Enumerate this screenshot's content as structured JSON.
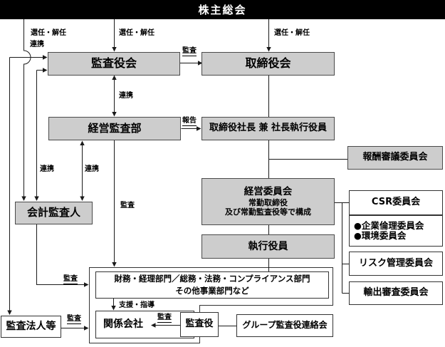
{
  "header": {
    "title": "株主総会"
  },
  "boxes": {
    "audit_board": "監査役会",
    "board_of_directors": "取締役会",
    "management_audit_dept": "経営監査部",
    "president": "取締役社長 兼 社長執行役員",
    "compensation_committee": "報酬審議委員会",
    "management_committee": {
      "title": "経営委員会",
      "line2": "常勤取締役",
      "line3": "及び常勤監査役等で構成"
    },
    "csr_committee": "CSR委員会",
    "ethics_committee": "●企業倫理委員会",
    "environment_committee": "●環境委員会",
    "risk_committee": "リスク管理委員会",
    "export_committee": "輸出審査委員会",
    "accounting_auditor": "会計監査人",
    "executive_officers": "執行役員",
    "departments": {
      "line1": "財務・経理部門／総務・法務・コンプライアンス部門",
      "line2": "その他事業部門など"
    },
    "affiliates": "関係会社",
    "auditor": "監査役",
    "group_auditor_liaison": "グループ監査役連絡会",
    "audit_firms": "監査法人等"
  },
  "edge_labels": {
    "appoint_dismiss_accounting": "選任・解任",
    "appoint_dismiss_audit_board": "選任・解任",
    "appoint_dismiss_directors": "選任・解任",
    "cooperation_audit_firms": "連携",
    "audit_directors": "監査",
    "cooperation_audit_dept": "連携",
    "report": "報告",
    "cooperation_accounting_left": "連携",
    "cooperation_accounting_right": "連携",
    "audit_departments": "監査",
    "audit_container_accounting": "監査",
    "audit_container_firms": "監査",
    "support_guidance": "支援・指導",
    "audit_affiliates": "監査"
  },
  "colors": {
    "box_gray": "#cdcdcd",
    "header_bg": "#000000",
    "line": "#1a1a1a"
  }
}
